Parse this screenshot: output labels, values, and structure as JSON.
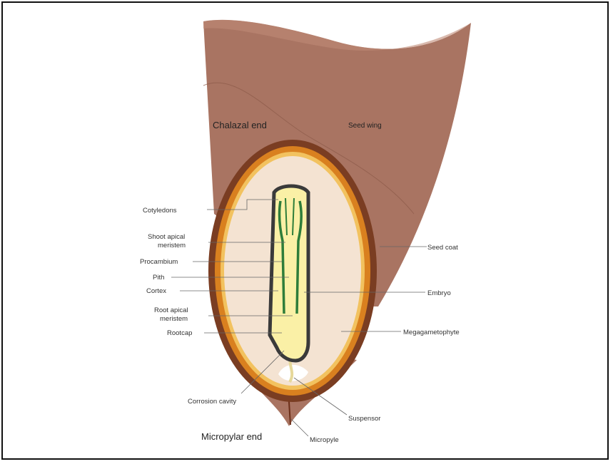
{
  "region_labels": {
    "chalazal_end": "Chalazal end",
    "seed_wing": "Seed wing",
    "micropylar_end": "Micropylar end"
  },
  "left_labels": {
    "cotyledons": "Cotyledons",
    "shoot_apical_1": "Shoot apical",
    "shoot_apical_2": "meristem",
    "procambium": "Procambium",
    "pith": "Pith",
    "cortex": "Cortex",
    "root_apical_1": "Root apical",
    "root_apical_2": "meristem",
    "rootcap": "Rootcap",
    "corrosion_cavity": "Corrosion cavity"
  },
  "right_labels": {
    "seed_coat": "Seed coat",
    "embryo": "Embryo",
    "megagametophyte": "Megagametophyte",
    "suspensor": "Suspensor",
    "micropyle": "Micropyle"
  },
  "colors": {
    "wing": "#a97462",
    "wing_dark": "#8c5a48",
    "coat_outer": "#7a3d22",
    "coat_orange": "#d9801f",
    "coat_yellow": "#f2c25f",
    "megagametophyte": "#f4e3d2",
    "embryo_fill": "#faf0a6",
    "embryo_outline": "#3a3a3a",
    "vascular": "#2e7d3a"
  }
}
